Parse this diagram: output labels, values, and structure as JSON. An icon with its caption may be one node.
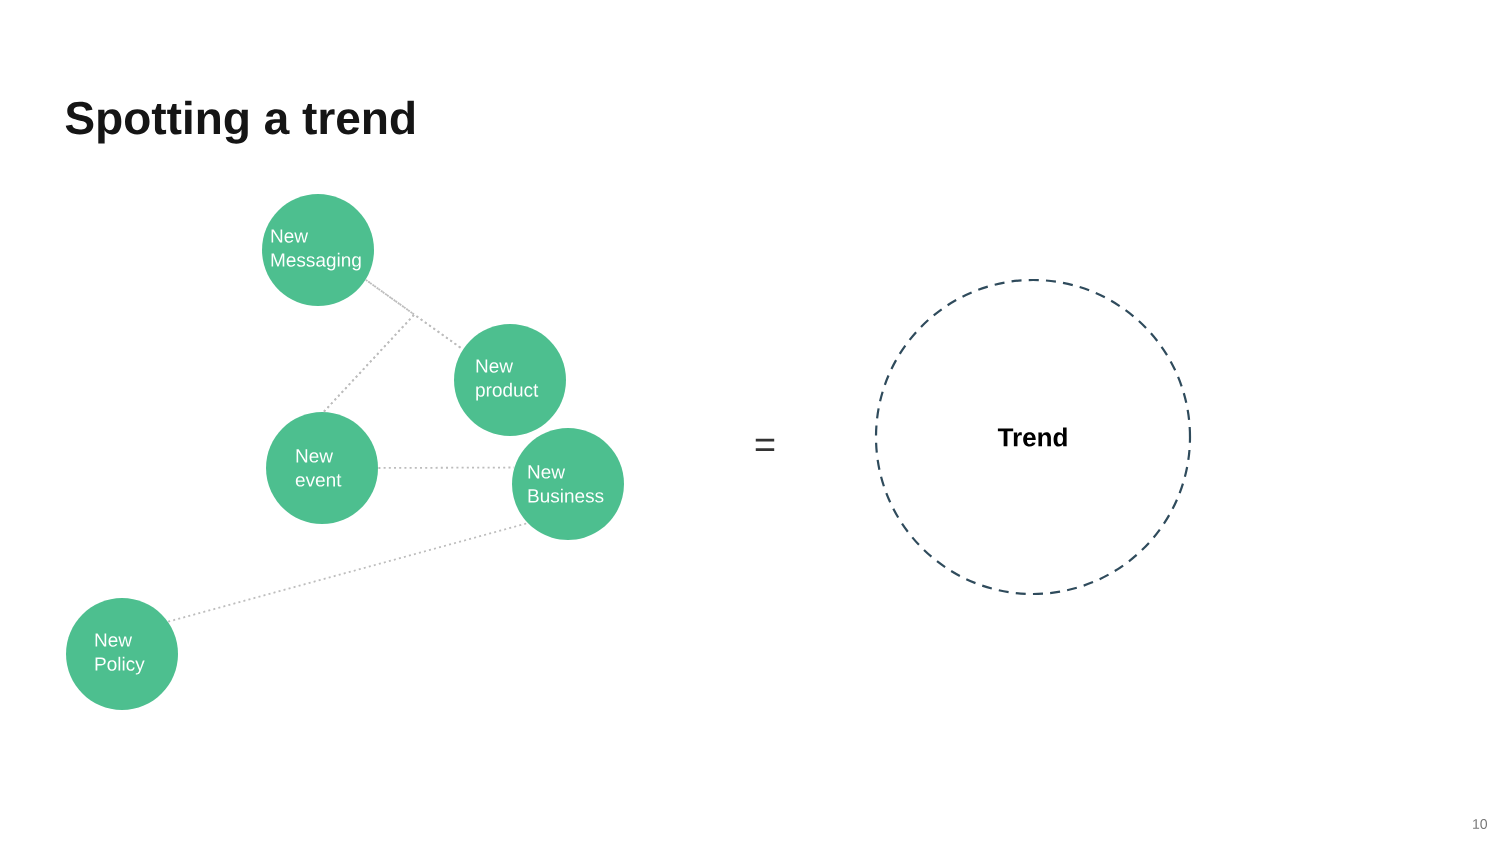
{
  "diagram": {
    "title": "Spotting a trend",
    "nodes": [
      {
        "text": [
          "New Messaging"
        ]
      },
      {
        "text": [
          "New product"
        ]
      },
      {
        "text": [
          "New event"
        ]
      },
      {
        "text": [
          "New Business"
        ]
      },
      {
        "text": [
          "New Policy"
        ]
      },
      {
        "text": [
          "Trend"
        ]
      }
    ],
    "edges": [
      {
        "from": 0,
        "to": 1,
        "arrow": "none"
      },
      {
        "from": 2,
        "to": 0,
        "arrow": "none"
      },
      {
        "from": 2,
        "to": 1,
        "arrow": "none"
      },
      {
        "from": 2,
        "to": 3,
        "arrow": "none"
      },
      {
        "from": 4,
        "to": 3,
        "arrow": "none"
      }
    ],
    "labels": [
      "=",
      "10"
    ]
  }
}
